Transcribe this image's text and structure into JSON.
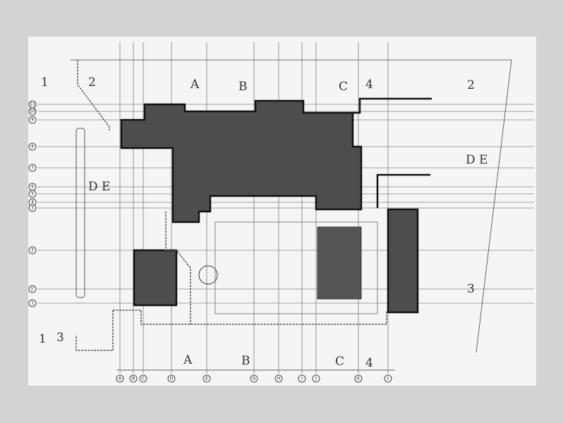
{
  "colors": {
    "background": "#d3d3d3",
    "paper": "#f4f4f4",
    "ink": "#222222",
    "mass": "#4a4a4a"
  },
  "column_axes": [
    "A",
    "B",
    "C",
    "D",
    "E",
    "G",
    "H",
    "I",
    "J",
    "K",
    "L"
  ],
  "row_axes": [
    "11",
    "10",
    "9",
    "8",
    "7",
    "6",
    "5",
    "4",
    "3",
    "2",
    "1'",
    "1"
  ],
  "section_marks": {
    "top": [
      "1",
      "2",
      "A",
      "B",
      "C",
      "4",
      "2"
    ],
    "bottom": [
      "1",
      "3",
      "A",
      "B",
      "C",
      "4"
    ],
    "sides": [
      "D E",
      "D E",
      "3"
    ]
  }
}
